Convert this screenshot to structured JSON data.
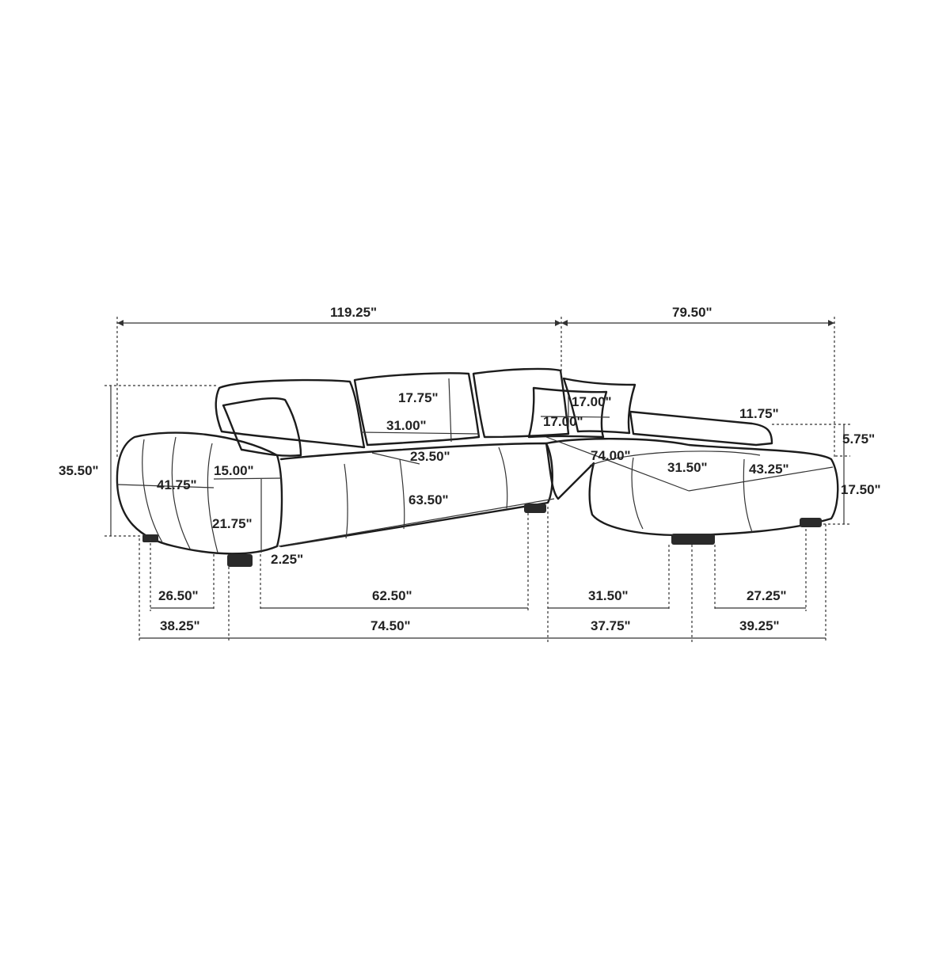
{
  "diagram": {
    "overall": {
      "left_width": "119.25\"",
      "right_width": "79.50\""
    },
    "height": {
      "total": "35.50\"",
      "chaise_back": "5.75\"",
      "chaise_seat": "17.50\"",
      "arm_top_len": "11.75\""
    },
    "sofa": {
      "back_cushion_height": "17.75\"",
      "back_cushion_width": "31.00\"",
      "seat_depth_mid": "23.50\"",
      "seat_width": "63.50\"",
      "arm_depth": "41.75\"",
      "arm_width": "15.00\"",
      "arm_height": "21.75\"",
      "leg_height": "2.25\""
    },
    "pillow": {
      "width": "17.00\"",
      "height": "17.00\""
    },
    "chaise": {
      "length": "74.00\"",
      "cushion_a": "31.50\"",
      "cushion_b": "43.25\""
    },
    "bottom_row1": {
      "a": "26.50\"",
      "b": "62.50\"",
      "c": "31.50\"",
      "d": "27.25\""
    },
    "bottom_row2": {
      "a": "38.25\"",
      "b": "74.50\"",
      "c": "37.75\"",
      "d": "39.25\""
    }
  }
}
